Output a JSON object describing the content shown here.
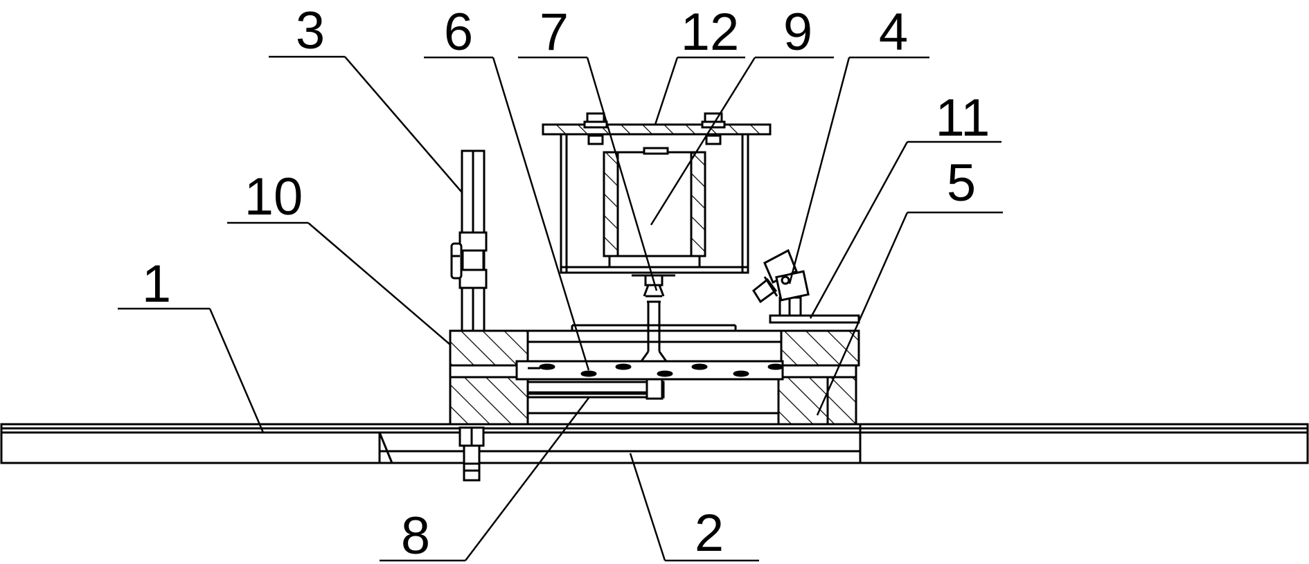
{
  "diagram": {
    "labels": [
      {
        "id": "label-1",
        "text": "1"
      },
      {
        "id": "label-2",
        "text": "2"
      },
      {
        "id": "label-3",
        "text": "3"
      },
      {
        "id": "label-4",
        "text": "4"
      },
      {
        "id": "label-5",
        "text": "5"
      },
      {
        "id": "label-6",
        "text": "6"
      },
      {
        "id": "label-7",
        "text": "7"
      },
      {
        "id": "label-8",
        "text": "8"
      },
      {
        "id": "label-9",
        "text": "9"
      },
      {
        "id": "label-10",
        "text": "10"
      },
      {
        "id": "label-11",
        "text": "11"
      },
      {
        "id": "label-12",
        "text": "12"
      }
    ],
    "colors": {
      "line": "#000000",
      "background": "#ffffff"
    }
  }
}
